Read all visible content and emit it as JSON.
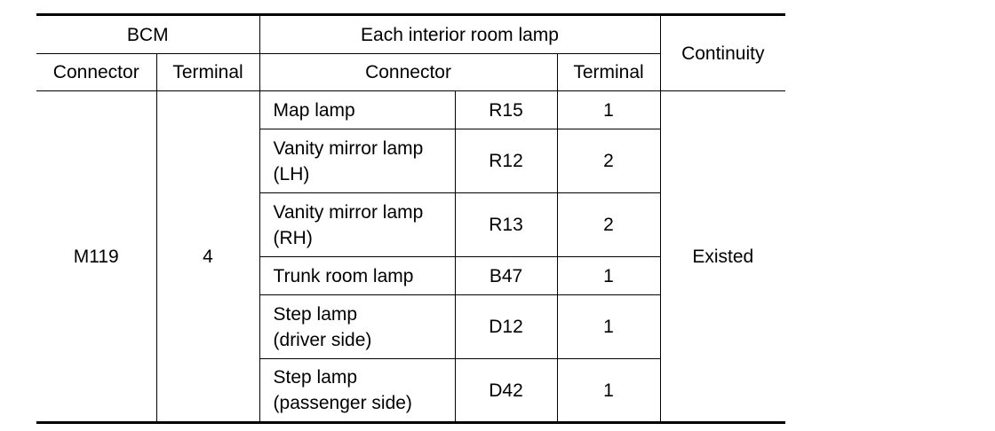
{
  "header": {
    "bcm": "BCM",
    "lamp_group": "Each interior room lamp",
    "continuity": "Continuity",
    "bcm_connector": "Connector",
    "bcm_terminal": "Terminal",
    "lamp_connector": "Connector",
    "lamp_terminal": "Terminal"
  },
  "bcm": {
    "connector": "M119",
    "terminal": "4"
  },
  "continuity_result": "Existed",
  "rows": [
    {
      "lamp_line1": "Map lamp",
      "lamp_line2": "",
      "connector": "R15",
      "terminal": "1"
    },
    {
      "lamp_line1": "Vanity mirror lamp",
      "lamp_line2": "(LH)",
      "connector": "R12",
      "terminal": "2"
    },
    {
      "lamp_line1": "Vanity mirror lamp",
      "lamp_line2": "(RH)",
      "connector": "R13",
      "terminal": "2"
    },
    {
      "lamp_line1": "Trunk room lamp",
      "lamp_line2": "",
      "connector": "B47",
      "terminal": "1"
    },
    {
      "lamp_line1": "Step lamp",
      "lamp_line2": "(driver side)",
      "connector": "D12",
      "terminal": "1"
    },
    {
      "lamp_line1": "Step lamp",
      "lamp_line2": "(passenger side)",
      "connector": "D42",
      "terminal": "1"
    }
  ]
}
